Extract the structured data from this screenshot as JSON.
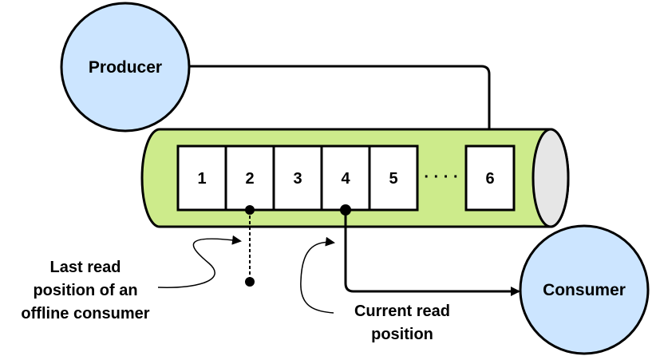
{
  "diagram": {
    "producer": {
      "label": "Producer"
    },
    "consumer": {
      "label": "Consumer"
    },
    "queue": {
      "slots": [
        "1",
        "2",
        "3",
        "4",
        "5",
        "6"
      ],
      "ellipsis": "· · · ·"
    },
    "annotations": {
      "offline": {
        "line1": "Last read",
        "line2": "position of an",
        "line3": "offline consumer"
      },
      "current": {
        "line1": "Current read",
        "line2": "position"
      }
    },
    "colors": {
      "circle_fill": "#cce5ff",
      "tube_fill": "#cdeb8b",
      "tube_end": "#e6e6e6",
      "stroke": "#000000"
    }
  }
}
